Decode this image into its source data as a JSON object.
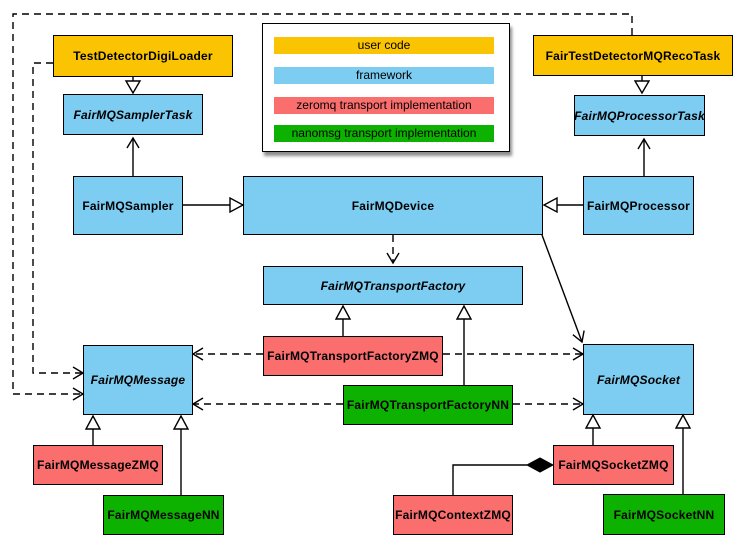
{
  "colors": {
    "userCode": "#fbc402",
    "framework": "#7dccf1",
    "zeromqTransport": "#fa6e6e",
    "nanomsgTransport": "#0db200",
    "line": "#000000",
    "legendBackground": "#ffffff"
  },
  "legend": {
    "items": [
      {
        "label": "user code",
        "color": "#fbc402"
      },
      {
        "label": "framework",
        "color": "#7dccf1"
      },
      {
        "label": "zeromq transport implementation",
        "color": "#fa6e6e"
      },
      {
        "label": "nanomsg transport implementation",
        "color": "#0db200"
      }
    ]
  },
  "nodes": {
    "testDetectorDigiLoader": {
      "label": "TestDetectorDigiLoader",
      "abstract": false
    },
    "fairTestDetectorMQRecoTask": {
      "label": "FairTestDetectorMQRecoTask",
      "abstract": false
    },
    "fairMQSamplerTask": {
      "label": "FairMQSamplerTask",
      "abstract": true
    },
    "fairMQProcessorTask": {
      "label": "FairMQProcessorTask",
      "abstract": true
    },
    "fairMQSampler": {
      "label": "FairMQSampler",
      "abstract": false
    },
    "fairMQDevice": {
      "label": "FairMQDevice",
      "abstract": false
    },
    "fairMQProcessor": {
      "label": "FairMQProcessor",
      "abstract": false
    },
    "fairMQTransportFactory": {
      "label": "FairMQTransportFactory",
      "abstract": true
    },
    "fairMQTransportFactoryZMQ": {
      "label": "FairMQTransportFactoryZMQ",
      "abstract": false
    },
    "fairMQTransportFactoryNN": {
      "label": "FairMQTransportFactoryNN",
      "abstract": false
    },
    "fairMQMessage": {
      "label": "FairMQMessage",
      "abstract": true
    },
    "fairMQSocket": {
      "label": "FairMQSocket",
      "abstract": true
    },
    "fairMQMessageZMQ": {
      "label": "FairMQMessageZMQ",
      "abstract": false
    },
    "fairMQMessageNN": {
      "label": "FairMQMessageNN",
      "abstract": false
    },
    "fairMQSocketZMQ": {
      "label": "FairMQSocketZMQ",
      "abstract": false
    },
    "fairMQSocketNN": {
      "label": "FairMQSocketNN",
      "abstract": false
    },
    "fairMQContextZMQ": {
      "label": "FairMQContextZMQ",
      "abstract": false
    }
  }
}
